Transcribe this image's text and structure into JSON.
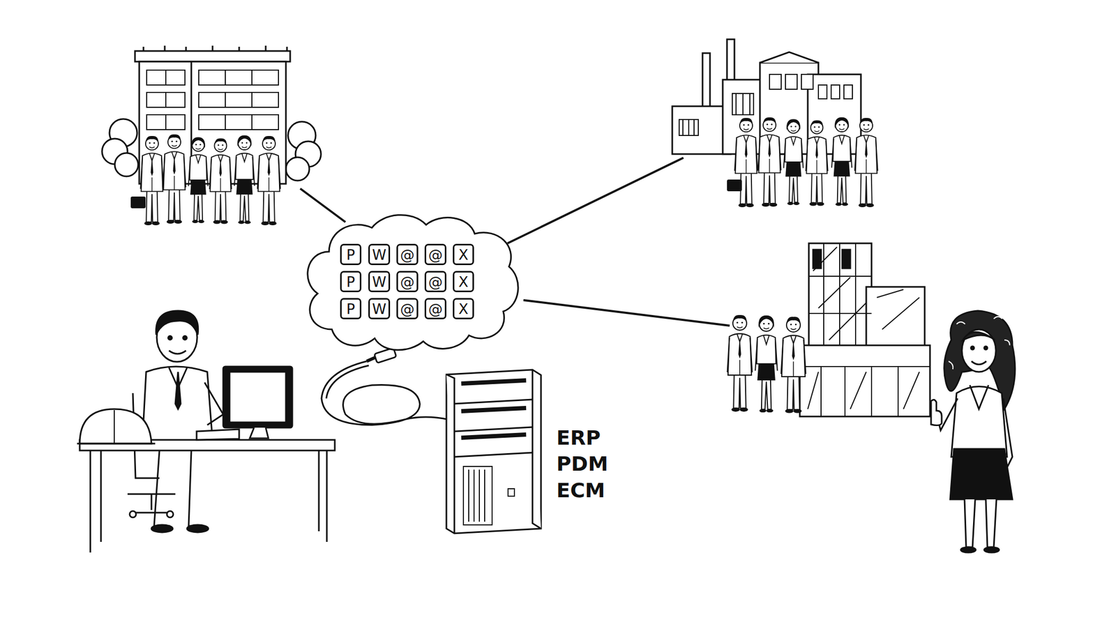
{
  "diagram": {
    "nodes": [
      {
        "text": []
      },
      {
        "text": [
          "P"
        ],
        "in": 0
      },
      {
        "text": [
          "W"
        ],
        "in": 0
      },
      {
        "text": [
          "@"
        ],
        "in": 0
      },
      {
        "text": [
          "@"
        ],
        "in": 0
      },
      {
        "text": [
          "X"
        ],
        "in": 0
      },
      {
        "text": [
          "P"
        ],
        "in": 0
      },
      {
        "text": [
          "W"
        ],
        "in": 0
      },
      {
        "text": [
          "@"
        ],
        "in": 0
      },
      {
        "text": [
          "@"
        ],
        "in": 0
      },
      {
        "text": [
          "X"
        ],
        "in": 0
      },
      {
        "text": [
          "P"
        ],
        "in": 0
      },
      {
        "text": [
          "W"
        ],
        "in": 0
      },
      {
        "text": [
          "@"
        ],
        "in": 0
      },
      {
        "text": [
          "@"
        ],
        "in": 0
      },
      {
        "text": [
          "X"
        ],
        "in": 0
      }
    ],
    "labels": [
      "ERP",
      "PDM",
      "ECM"
    ]
  }
}
